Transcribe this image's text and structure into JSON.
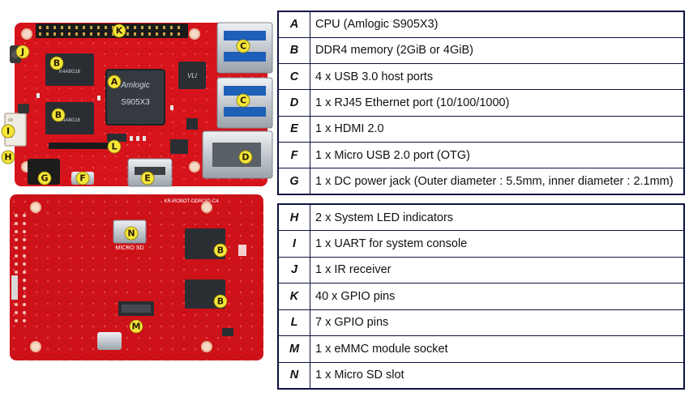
{
  "callouts": {
    "K": "K",
    "J": "J",
    "B": "B",
    "A": "A",
    "C": "C",
    "I": "I",
    "H": "H",
    "L": "L",
    "D": "D",
    "G": "G",
    "F": "F",
    "E": "E",
    "N": "N",
    "M": "M"
  },
  "board_text": {
    "soc_brand": "Amlogic",
    "soc_model": "S905X3",
    "sd_slot": "MICRO SD",
    "board_rev": "KR-ROBOT-ODROID-C4"
  },
  "legend_top": [
    {
      "key": "A",
      "desc": "CPU (Amlogic S905X3)"
    },
    {
      "key": "B",
      "desc": "DDR4 memory (2GiB or 4GiB)"
    },
    {
      "key": "C",
      "desc": "4 x USB 3.0 host ports"
    },
    {
      "key": "D",
      "desc": "1 x RJ45 Ethernet port (10/100/1000)"
    },
    {
      "key": "E",
      "desc": "1 x HDMI 2.0"
    },
    {
      "key": "F",
      "desc": "1 x Micro USB 2.0 port (OTG)"
    },
    {
      "key": "G",
      "desc": "1 x DC power jack (Outer diameter : 5.5mm, inner diameter : 2.1mm)"
    }
  ],
  "legend_bottom": [
    {
      "key": "H",
      "desc": "2 x System LED indicators"
    },
    {
      "key": "I",
      "desc": "1 x UART for system console"
    },
    {
      "key": "J",
      "desc": "1 x IR receiver"
    },
    {
      "key": "K",
      "desc": "40 x GPIO pins"
    },
    {
      "key": "L",
      "desc": "7 x GPIO pins"
    },
    {
      "key": "M",
      "desc": "1 x eMMC module socket"
    },
    {
      "key": "N",
      "desc": "1 x Micro SD slot"
    }
  ],
  "colors": {
    "pcb": "#d7141c",
    "pcb_dark": "#a80c14",
    "chip": "#2a2e33",
    "metal": "#c9ced3",
    "callout": "#f5e63a",
    "table_border": "#0e1240"
  }
}
